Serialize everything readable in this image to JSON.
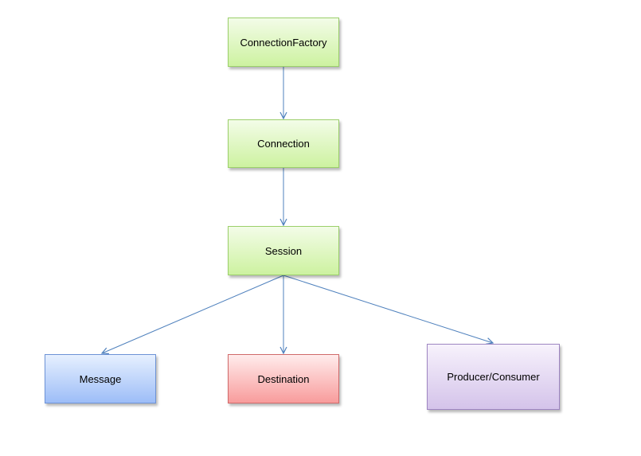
{
  "nodes": {
    "connection_factory": "ConnectionFactory",
    "connection": "Connection",
    "session": "Session",
    "message": "Message",
    "destination": "Destination",
    "producer_consumer": "Producer/Consumer"
  },
  "edges": [
    [
      "connection_factory",
      "connection"
    ],
    [
      "connection",
      "session"
    ],
    [
      "session",
      "message"
    ],
    [
      "session",
      "destination"
    ],
    [
      "session",
      "producer_consumer"
    ]
  ],
  "colors": {
    "edge": "#4f81bd",
    "green_node": "#cdf2a0",
    "blue_node": "#9dbdf7",
    "red_node": "#f89c9c",
    "purple_node": "#d4c3ea"
  }
}
